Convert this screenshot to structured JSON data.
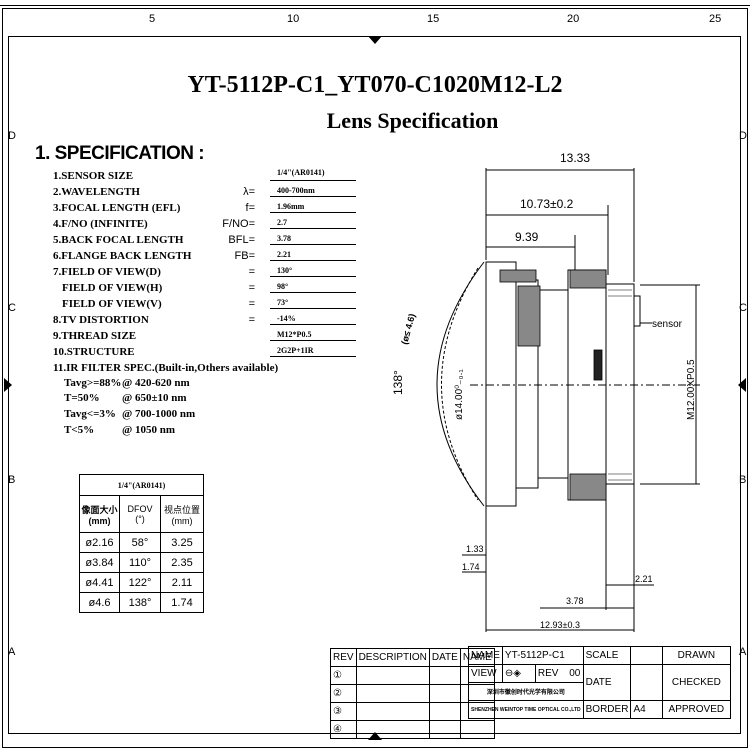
{
  "ruler": [
    "5",
    "10",
    "15",
    "20",
    "25"
  ],
  "side_letters": [
    "D",
    "C",
    "B",
    "A"
  ],
  "title": {
    "line1": "YT-5112P-C1_YT070-C1020M12-L2",
    "line2": "Lens Specification"
  },
  "spec": {
    "heading": "1. SPECIFICATION :",
    "rows": [
      {
        "label": "1.SENSOR SIZE",
        "sym": "",
        "value": "1/4\"(AR0141)"
      },
      {
        "label": "2.WAVELENGTH",
        "sym": "λ=",
        "value": "400-700nm"
      },
      {
        "label": "3.FOCAL LENGTH (EFL)",
        "sym": "f=",
        "value": "1.96mm"
      },
      {
        "label": "4.F/NO (INFINITE)",
        "sym": "F/NO=",
        "value": "2.7"
      },
      {
        "label": "5.BACK FOCAL LENGTH",
        "sym": "BFL=",
        "value": "3.78"
      },
      {
        "label": "6.FLANGE BACK LENGTH",
        "sym": "FB=",
        "value": "2.21"
      },
      {
        "label": "7.FIELD OF VIEW(D)",
        "sym": "=",
        "value": "130°"
      },
      {
        "label": "  FIELD OF VIEW(H)",
        "sym": "=",
        "value": "98°"
      },
      {
        "label": "  FIELD OF VIEW(V)",
        "sym": "=",
        "value": "73°"
      },
      {
        "label": "8.TV DISTORTION",
        "sym": "=",
        "value": "-14%"
      },
      {
        "label": "9.THREAD SIZE",
        "sym": "",
        "value": "M12*P0.5"
      },
      {
        "label": "10.STRUCTURE",
        "sym": "",
        "value": "2G2P+1IR"
      }
    ],
    "ir_heading": "11.IR FILTER SPEC.(Built-in,Others available)",
    "ir_rows": [
      {
        "cond": "Tavg>=88%",
        "range": "@ 420-620 nm"
      },
      {
        "cond": "T=50%",
        "range": "@ 650±10 nm"
      },
      {
        "cond": "Tavg<=3%",
        "range": "@ 700-1000 nm"
      },
      {
        "cond": "T<5%",
        "range": "@ 1050 nm"
      }
    ]
  },
  "fov_table": {
    "title": "1/4\"(AR0141)",
    "headers": [
      [
        "像面大小",
        "(mm)"
      ],
      [
        "DFOV",
        "(°)"
      ],
      [
        "视点位置",
        "(mm)"
      ]
    ],
    "rows": [
      [
        "ø2.16",
        "58°",
        "3.25"
      ],
      [
        "ø3.84",
        "110°",
        "2.35"
      ],
      [
        "ø4.41",
        "122°",
        "2.11"
      ],
      [
        "ø4.6",
        "138°",
        "1.74"
      ]
    ]
  },
  "drawing": {
    "dims": {
      "overall": "13.33",
      "d1": "10.73±0.2",
      "d2": "9.39",
      "sensor": "sensor",
      "angle": "138°",
      "fov_dia": "(ø≤ 4.6)",
      "dia": "ø14.00⁰₋₀.₁",
      "thread": "M12.00XP0.5",
      "b1": "1.33",
      "b2": "1.74",
      "b3": "2.21",
      "b4": "3.78",
      "b5": "12.93±0.3"
    }
  },
  "title_block": {
    "rev_headers": [
      "REV",
      "DESCRIPTION",
      "DATE",
      "NAME"
    ],
    "revs": [
      "①",
      "②",
      "③",
      "④"
    ],
    "name_label": "NAME",
    "name_value": "YT-5112P-C1",
    "view_label": "VIEW",
    "view_symbol": "⊖◈",
    "rev_label": "REV",
    "rev_value": "00",
    "company_cn": "深圳市徽创时代光学有限公司",
    "company_en": "SHENZHEN WEINTOP TIME OPTICAL CO.,LTD",
    "scale": "SCALE",
    "date": "DATE",
    "border": "BORDER",
    "border_value": "A4",
    "drawn": "DRAWN",
    "checked": "CHECKED",
    "approved": "APPROVED"
  }
}
